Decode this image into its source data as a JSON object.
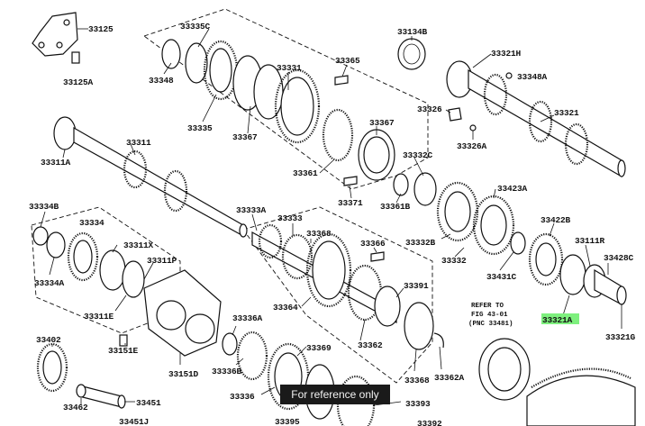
{
  "parts": {
    "p33125": "33125",
    "p33125a": "33125A",
    "p33335c": "33335C",
    "p33348": "33348",
    "p33335": "33335",
    "p33331": "33331",
    "p33367a": "33367",
    "p33367b": "33367",
    "p33365": "33365",
    "p33134b": "33134B",
    "p33321h": "33321H",
    "p33348a": "33348A",
    "p33326": "33326",
    "p33326a": "33326A",
    "p33321": "33321",
    "p33311": "33311",
    "p33311a": "33311A",
    "p33361": "33361",
    "p33371": "33371",
    "p33332c": "33332C",
    "p33361b": "33361B",
    "p33423a": "33423A",
    "p33332b": "33332B",
    "p33332": "33332",
    "p33422b": "33422B",
    "p33111r": "33111R",
    "p33431c": "33431C",
    "p33428c": "33428C",
    "p33321a": "33321A",
    "p33321g": "33321G",
    "p33334b": "33334B",
    "p33334": "33334",
    "p33334a": "33334A",
    "p33311x": "33311X",
    "p33311p": "33311P",
    "p33311e": "33311E",
    "p33333a": "33333A",
    "p33333": "33333",
    "p33368a": "33368",
    "p33366": "33366",
    "p33364": "33364",
    "p33391": "33391",
    "p33362": "33362",
    "p33368b": "33368",
    "p33362a": "33362A",
    "p33402": "33402",
    "p33151e": "33151E",
    "p33151d": "33151D",
    "p33336a": "33336A",
    "p33336b": "33336B",
    "p33369": "33369",
    "p33336": "33336",
    "p33462": "33462",
    "p33451": "33451",
    "p33451j": "33451J",
    "p33395": "33395",
    "p33393": "33393",
    "p33392": "33392"
  },
  "note": {
    "line1": "REFER TO",
    "line2": "FIG 43-01",
    "line3": "(PNC 33481)"
  },
  "highlight": {
    "part": "33321A",
    "color": "#7ef07e"
  },
  "watermark": "For reference only"
}
